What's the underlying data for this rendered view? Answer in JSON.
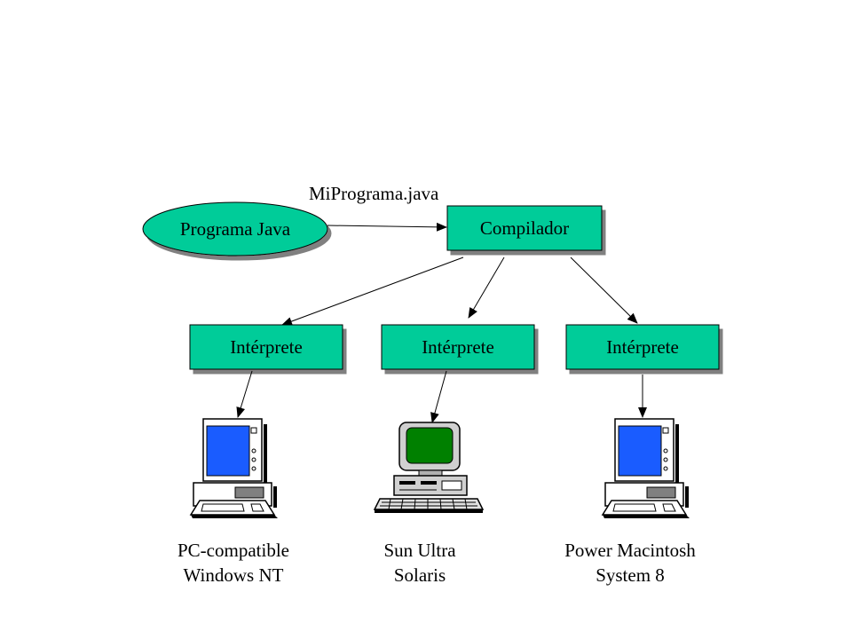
{
  "colors": {
    "node_fill": "#00cc99",
    "pc_screen": "#1a5cff",
    "sun_screen": "#008000",
    "line": "#000000"
  },
  "source": {
    "label": "Programa Java",
    "filename": "MiPrograma.java"
  },
  "compiler": {
    "label": "Compilador"
  },
  "interpreters": [
    {
      "label": "Intérprete"
    },
    {
      "label": "Intérprete"
    },
    {
      "label": "Intérprete"
    }
  ],
  "platforms": [
    {
      "icon": "pc-computer-icon",
      "line1": "PC-compatible",
      "line2": "Windows NT"
    },
    {
      "icon": "sun-workstation-icon",
      "line1": "Sun Ultra",
      "line2": "Solaris"
    },
    {
      "icon": "mac-computer-icon",
      "line1": "Power Macintosh",
      "line2": "System 8"
    }
  ]
}
